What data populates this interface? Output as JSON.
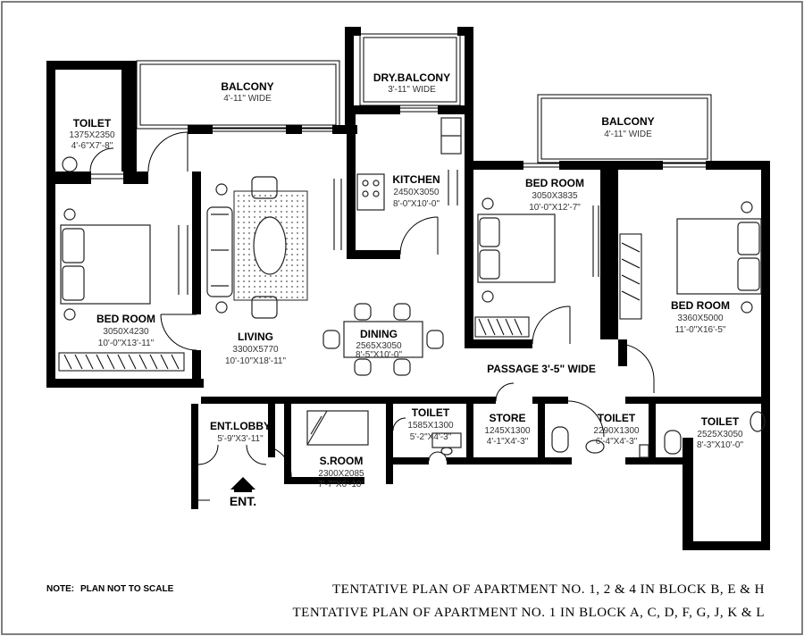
{
  "rooms": {
    "toilet_left": {
      "name": "TOILET",
      "size": "1375X2350",
      "imperial": "4'-6\"X7'-8\""
    },
    "balcony_left": {
      "name": "BALCONY",
      "width": "4'-11\" WIDE"
    },
    "dry_balcony": {
      "name": "DRY.BALCONY",
      "width": "3'-11\" WIDE"
    },
    "balcony_right": {
      "name": "BALCONY",
      "width": "4'-11\" WIDE"
    },
    "kitchen": {
      "name": "KITCHEN",
      "size": "2450X3050",
      "imperial": "8'-0\"X10'-0\""
    },
    "bedroom_left": {
      "name": "BED ROOM",
      "size": "3050X4230",
      "imperial": "10'-0\"X13'-11\""
    },
    "living": {
      "name": "LIVING",
      "size": "3300X5770",
      "imperial": "10'-10\"X18'-11\""
    },
    "dining": {
      "name": "DINING",
      "size": "2565X3050",
      "imperial": "8'-5\"X10'-0\""
    },
    "bedroom_mid": {
      "name": "BED ROOM",
      "size": "3050X3835",
      "imperial": "10'-0\"X12'-7\""
    },
    "bedroom_right": {
      "name": "BED ROOM",
      "size": "3360X5000",
      "imperial": "11'-0\"X16'-5\""
    },
    "passage": {
      "name": "PASSAGE 3'-5\" WIDE"
    },
    "ent_lobby": {
      "name": "ENT.LOBBY",
      "imperial": "5'-9\"X3'-11\""
    },
    "s_room": {
      "name": "S.ROOM",
      "size": "2300X2085",
      "imperial": "7'-7\"X6'-10\""
    },
    "toilet_mid": {
      "name": "TOILET",
      "size": "1585X1300",
      "imperial": "5'-2\"X4'-3\""
    },
    "store": {
      "name": "STORE",
      "size": "1245X1300",
      "imperial": "4'-1\"X4'-3\""
    },
    "toilet_r1": {
      "name": "TOILET",
      "size": "2290X1300",
      "imperial": "6'-4\"X4'-3\""
    },
    "toilet_r2": {
      "name": "TOILET",
      "size": "2525X3050",
      "imperial": "8'-3\"X10'-0\""
    }
  },
  "entrance": "ENT.",
  "note": {
    "label": "NOTE:",
    "text": "PLAN NOT TO SCALE"
  },
  "captions": [
    "TENTATIVE PLAN OF APARTMENT NO. 1, 2 & 4 IN BLOCK B, E & H",
    "TENTATIVE PLAN OF APARTMENT NO. 1 IN BLOCK A, C, D, F, G, J, K & L"
  ]
}
